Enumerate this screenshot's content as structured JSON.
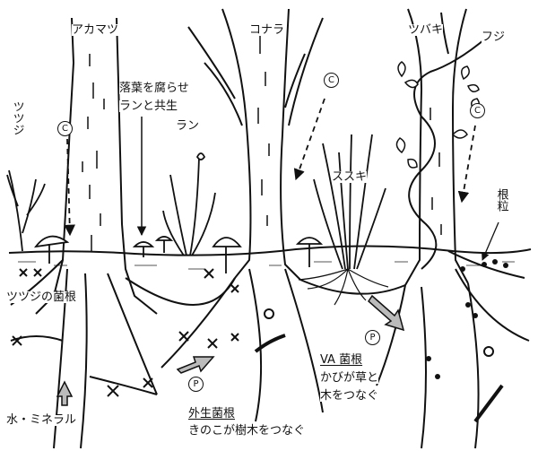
{
  "labels": {
    "akamatsu": "アカマツ",
    "konara": "コナラ",
    "tsubaki": "ツバキ",
    "fuji": "フジ",
    "tsutsuji": "ツツジ",
    "rakuyou": "落葉を腐らせ",
    "ran_kyosei": "ランと共生",
    "ran": "ラン",
    "susuki": "ススキ",
    "konryu": "根粒",
    "tsutsuji_kinkon": "ツツジの菌根",
    "va_kinkon": "VA 菌根",
    "kabi_line1": "かびが草と",
    "kabi_line2": "木をつなぐ",
    "gaisei_kinkon": "外生菌根",
    "kinoko_text": "きのこが樹木をつなぐ",
    "mizu_mineral": "水・ミネラル"
  },
  "markers": {
    "c": "C",
    "p": "P"
  }
}
